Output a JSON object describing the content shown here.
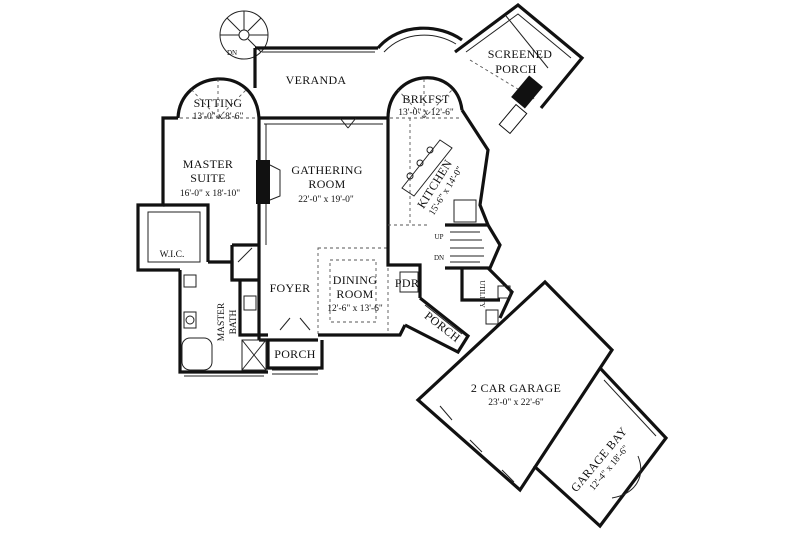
{
  "rooms": {
    "veranda": {
      "name": "VERANDA"
    },
    "screened_porch": {
      "name_line1": "SCREENED",
      "name_line2": "PORCH"
    },
    "sitting": {
      "name": "SITTING",
      "dims": "13'-0\" x 8'-6\""
    },
    "brkfst": {
      "name": "BRKFST",
      "dims": "13'-0\" x 12'-6\""
    },
    "master_suite": {
      "name_line1": "MASTER",
      "name_line2": "SUITE",
      "dims": "16'-0\" x 18'-10\""
    },
    "gathering_room": {
      "name_line1": "GATHERING",
      "name_line2": "ROOM",
      "dims": "22'-0\" x 19'-0\""
    },
    "kitchen": {
      "name": "KITCHEN",
      "dims": "15'-6\" x 14'-0\""
    },
    "wic": {
      "name": "W.I.C."
    },
    "foyer": {
      "name": "FOYER"
    },
    "dining_room": {
      "name_line1": "DINING",
      "name_line2": "ROOM",
      "dims": "12'-6\" x 13'-6\""
    },
    "pdr": {
      "name": "PDR"
    },
    "utility": {
      "name": "UTILITY"
    },
    "master_bath": {
      "name_line1": "MASTER",
      "name_line2": "BATH"
    },
    "porch_front": {
      "name": "PORCH"
    },
    "porch_side": {
      "name": "PORCH"
    },
    "garage": {
      "name": "2 CAR GARAGE",
      "dims": "23'-0\" x 22'-6\""
    },
    "garage_bay": {
      "name": "GARAGE BAY",
      "dims": "12'-4\" x 18'-6\""
    }
  },
  "stairs": {
    "spiral_dn": "DN",
    "up": "UP",
    "dn": "DN"
  }
}
